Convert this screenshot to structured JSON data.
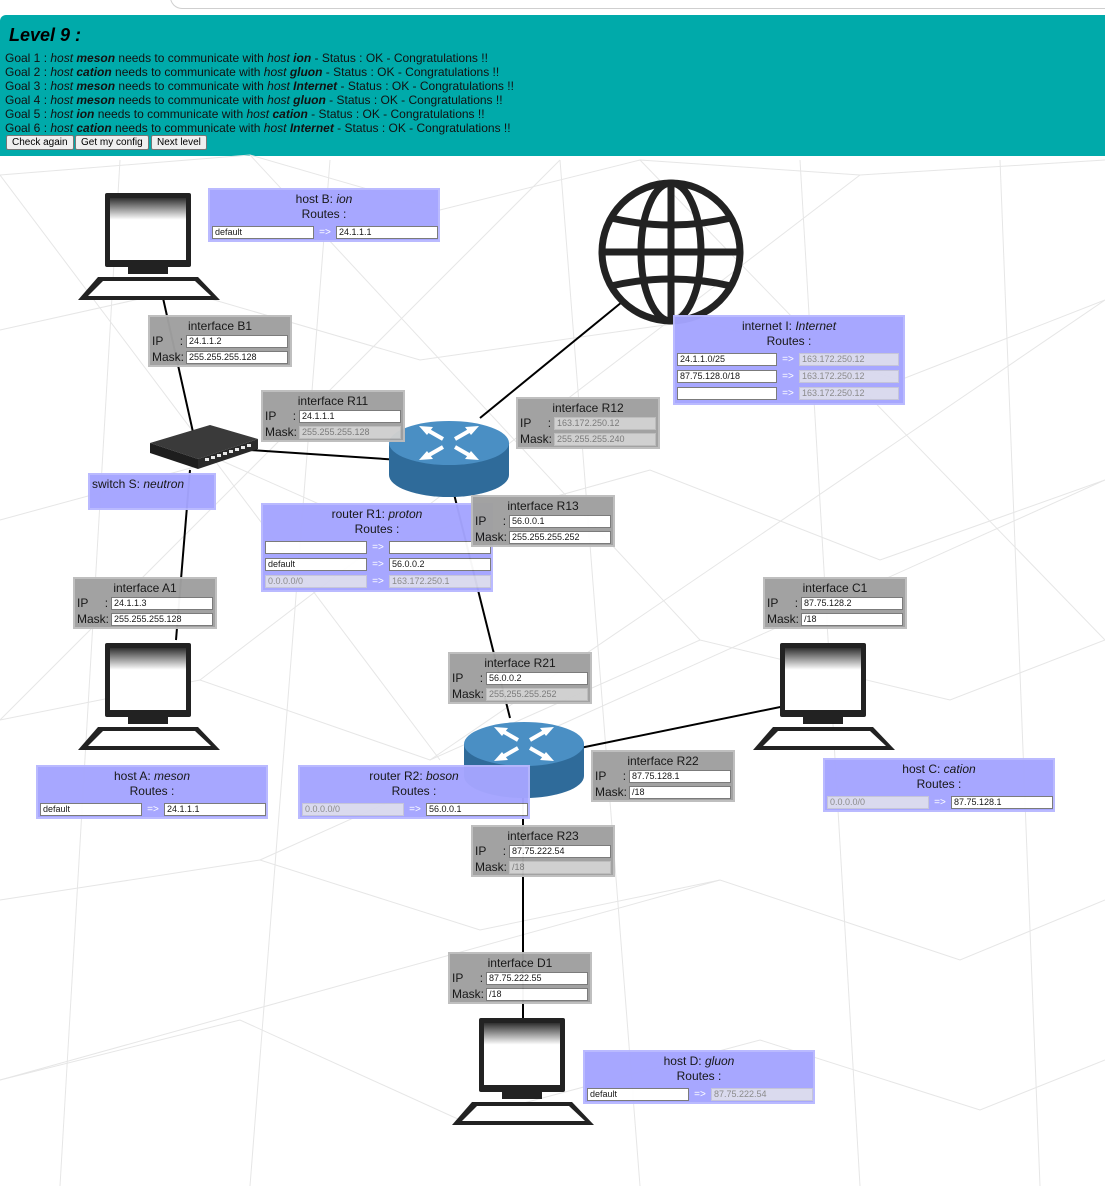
{
  "level": {
    "title": "Level 9 :"
  },
  "goals": [
    {
      "prefix": "Goal 1 : ",
      "a_kind": "host ",
      "a_name": "meson",
      "mid": " needs to communicate with ",
      "b_kind": "host ",
      "b_name": "ion",
      "status": " - Status : OK - Congratulations !!"
    },
    {
      "prefix": "Goal 2 : ",
      "a_kind": "host ",
      "a_name": "cation",
      "mid": " needs to communicate with ",
      "b_kind": "host ",
      "b_name": "gluon",
      "status": " - Status : OK - Congratulations !!"
    },
    {
      "prefix": "Goal 3 : ",
      "a_kind": "host ",
      "a_name": "meson",
      "mid": " needs to communicate with ",
      "b_kind": "host ",
      "b_name": "Internet",
      "status": " - Status : OK - Congratulations !!"
    },
    {
      "prefix": "Goal 4 : ",
      "a_kind": "host ",
      "a_name": "meson",
      "mid": " needs to communicate with ",
      "b_kind": "host ",
      "b_name": "gluon",
      "status": " - Status : OK - Congratulations !!"
    },
    {
      "prefix": "Goal 5 : ",
      "a_kind": "host ",
      "a_name": "ion",
      "mid": " needs to communicate with ",
      "b_kind": "host ",
      "b_name": "cation",
      "status": " - Status : OK - Congratulations !!"
    },
    {
      "prefix": "Goal 6 : ",
      "a_kind": "host ",
      "a_name": "cation",
      "mid": " needs to communicate with ",
      "b_kind": "host ",
      "b_name": "Internet",
      "status": " - Status : OK - Congratulations !!"
    }
  ],
  "buttons": {
    "check": "Check again",
    "config": "Get my config",
    "next": "Next level"
  },
  "hosts": {
    "B": {
      "kind": "host B: ",
      "name": "ion",
      "routes_label": "Routes :",
      "routes": [
        {
          "dest": "default",
          "gw": "24.1.1.1"
        }
      ]
    },
    "A": {
      "kind": "host A: ",
      "name": "meson",
      "routes_label": "Routes :",
      "routes": [
        {
          "dest": "default",
          "gw": "24.1.1.1"
        }
      ]
    },
    "C": {
      "kind": "host C: ",
      "name": "cation",
      "routes_label": "Routes :",
      "routes": [
        {
          "dest": "0.0.0.0/0",
          "gw": "87.75.128.1"
        }
      ]
    },
    "D": {
      "kind": "host D: ",
      "name": "gluon",
      "routes_label": "Routes :",
      "routes": [
        {
          "dest": "default",
          "gw": "87.75.222.54"
        }
      ]
    }
  },
  "internet": {
    "kind": "internet I: ",
    "name": "Internet",
    "routes_label": "Routes :",
    "routes": [
      {
        "dest": "24.1.1.0/25",
        "gw": "163.172.250.12"
      },
      {
        "dest": "87.75.128.0/18",
        "gw": "163.172.250.12"
      },
      {
        "dest": "",
        "gw": "163.172.250.12"
      }
    ]
  },
  "routers": {
    "R1": {
      "kind": "router R1: ",
      "name": "proton",
      "routes_label": "Routes :",
      "routes": [
        {
          "dest": "",
          "gw": ""
        },
        {
          "dest": "default",
          "gw": "56.0.0.2"
        },
        {
          "dest": "0.0.0.0/0",
          "gw": "163.172.250.1"
        }
      ]
    },
    "R2": {
      "kind": "router R2: ",
      "name": "boson",
      "routes_label": "Routes :",
      "routes": [
        {
          "dest": "0.0.0.0/0",
          "gw": "56.0.0.1"
        }
      ]
    }
  },
  "switch": {
    "kind": "switch S: ",
    "name": "neutron"
  },
  "interfaces": {
    "B1": {
      "title": "interface B1",
      "ip": "24.1.1.2",
      "mask": "255.255.255.128"
    },
    "R11": {
      "title": "interface R11",
      "ip": "24.1.1.1",
      "mask": "255.255.255.128"
    },
    "R12": {
      "title": "interface R12",
      "ip": "163.172.250.12",
      "mask": "255.255.255.240"
    },
    "R13": {
      "title": "interface R13",
      "ip": "56.0.0.1",
      "mask": "255.255.255.252"
    },
    "A1": {
      "title": "interface A1",
      "ip": "24.1.1.3",
      "mask": "255.255.255.128"
    },
    "C1": {
      "title": "interface C1",
      "ip": "87.75.128.2",
      "mask": "/18"
    },
    "R21": {
      "title": "interface R21",
      "ip": "56.0.0.2",
      "mask": "255.255.255.252"
    },
    "R22": {
      "title": "interface R22",
      "ip": "87.75.128.1",
      "mask": "/18"
    },
    "R23": {
      "title": "interface R23",
      "ip": "87.75.222.54",
      "mask": "/18"
    },
    "D1": {
      "title": "interface D1",
      "ip": "87.75.222.55",
      "mask": "/18"
    }
  },
  "labels": {
    "ip": "IP",
    "mask": "Mask:",
    "colon": ":",
    "arrow": "=>"
  },
  "colors": {
    "header": "#00aaaa",
    "node_box": "#a5a5ff",
    "iface_box": "#a0a0a0",
    "router": "#2f6b9a"
  }
}
